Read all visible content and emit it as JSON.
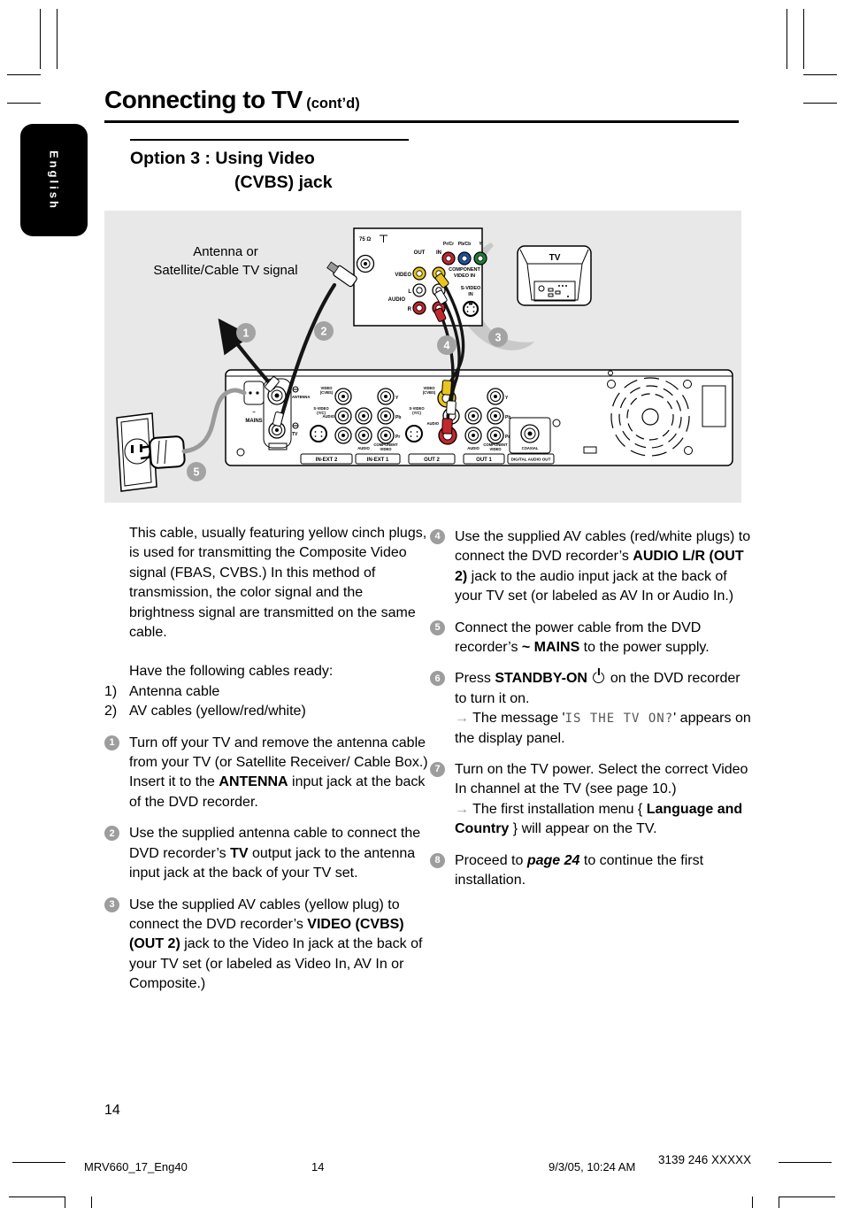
{
  "header": {
    "title": "Connecting to TV",
    "suffix": "(cont’d)"
  },
  "sidebar": {
    "label": "English"
  },
  "section": {
    "line1": "Option 3 :  Using Video",
    "line2": "(CVBS) jack"
  },
  "diagram": {
    "signal1": "Antenna or",
    "signal2": "Satellite/Cable TV signal",
    "tv_back": {
      "ant": "75 Ω",
      "out": "OUT",
      "in": "IN",
      "video": "VIDEO",
      "audio": "AUDIO",
      "l": "L",
      "r": "R",
      "prcr": "Pr/Cr",
      "pbcb": "Pb/Cb",
      "y": "Y",
      "comp1": "COMPONENT",
      "comp2": "VIDEO IN",
      "svid1": "S-VIDEO",
      "svid2": "IN"
    },
    "tv_label": "TV",
    "recorder": {
      "tilde": "~",
      "mains": "MAINS",
      "antenna": "ANTENNA",
      "tv": "TV",
      "svideo": "S-VIDEO",
      "yc": "(Y/C)",
      "video": "VIDEO",
      "cvbs": "(CVBS)",
      "audio": "AUDIO",
      "y": "Y",
      "pb": "Pb",
      "pr": "Pr",
      "component": "COMPONENT",
      "video2": "VIDEO",
      "coaxial": "COAXIAL",
      "inext2": "IN-EXT 2",
      "inext1": "IN-EXT 1",
      "out2": "OUT 2",
      "out1": "OUT 1",
      "digital": "DIGITAL AUDIO OUT"
    },
    "callouts": [
      "1",
      "2",
      "3",
      "4",
      "5"
    ]
  },
  "intro": {
    "p1": "This cable, usually featuring yellow cinch plugs, is used for transmitting the Composite Video signal (FBAS, CVBS.)  In this method of transmission, the color signal and the brightness signal are transmitted on the same cable.",
    "p2": "Have the following cables ready:",
    "cables": [
      {
        "num": "1)",
        "text": "Antenna cable"
      },
      {
        "num": "2)",
        "text": "AV cables (yellow/red/white)"
      }
    ]
  },
  "steps_left": [
    {
      "n": "1",
      "segs": [
        {
          "t": "Turn off your TV and remove the antenna cable from your TV (or Satellite Receiver/ Cable Box.)  Insert it to the "
        },
        {
          "t": "ANTENNA",
          "b": true
        },
        {
          "t": " input jack at the back of the DVD recorder."
        }
      ]
    },
    {
      "n": "2",
      "segs": [
        {
          "t": "Use the supplied antenna cable to connect the DVD recorder’s "
        },
        {
          "t": "TV",
          "b": true
        },
        {
          "t": " output jack to the antenna input jack at the back of your TV set."
        }
      ]
    },
    {
      "n": "3",
      "segs": [
        {
          "t": "Use the supplied AV cables (yellow plug) to connect the DVD recorder’s "
        },
        {
          "t": "VIDEO (CVBS) (OUT 2)",
          "b": true
        },
        {
          "t": " jack to the Video In jack at the back of your TV set (or labeled as Video In, AV In or Composite.)"
        }
      ]
    }
  ],
  "steps_right": [
    {
      "n": "4",
      "segs": [
        {
          "t": "Use the supplied AV cables (red/white plugs) to connect the DVD recorder’s "
        },
        {
          "t": "AUDIO L/R (OUT 2)",
          "b": true
        },
        {
          "t": " jack to the audio input jack at the back of your TV set (or labeled as AV In or Audio In.)"
        }
      ]
    },
    {
      "n": "5",
      "segs": [
        {
          "t": "Connect the power cable from the DVD recorder’s "
        },
        {
          "t": "~ MAINS",
          "b": true
        },
        {
          "t": " to the power supply."
        }
      ]
    },
    {
      "n": "6",
      "segs": [
        {
          "t": "Press "
        },
        {
          "t": "STANDBY-ON",
          "b": true
        },
        {
          "t": " "
        },
        {
          "power": true
        },
        {
          "t": " on the DVD recorder to turn it on."
        },
        {
          "br": true
        },
        {
          "t": "→",
          "arrow": true
        },
        {
          "t": " The message '"
        },
        {
          "t": "IS THE TV ON?",
          "disp": true
        },
        {
          "t": "' appears on the display panel."
        }
      ]
    },
    {
      "n": "7",
      "segs": [
        {
          "t": "Turn on the TV power.  Select the correct Video In channel at the TV (see page 10.)"
        },
        {
          "br": true
        },
        {
          "t": "→",
          "arrow": true
        },
        {
          "t": " The first installation menu { "
        },
        {
          "t": "Language and Country",
          "b": true
        },
        {
          "t": " } will appear on the TV."
        }
      ]
    },
    {
      "n": "8",
      "segs": [
        {
          "t": "Proceed to "
        },
        {
          "t": "page 24",
          "bi": true
        },
        {
          "t": " to continue the first installation."
        }
      ]
    }
  ],
  "footer": {
    "page_number": "14",
    "file": "MRV660_17_Eng40",
    "page": "14",
    "datetime": "9/3/05, 10:24 AM",
    "code": "3139 246 XXXXX"
  }
}
